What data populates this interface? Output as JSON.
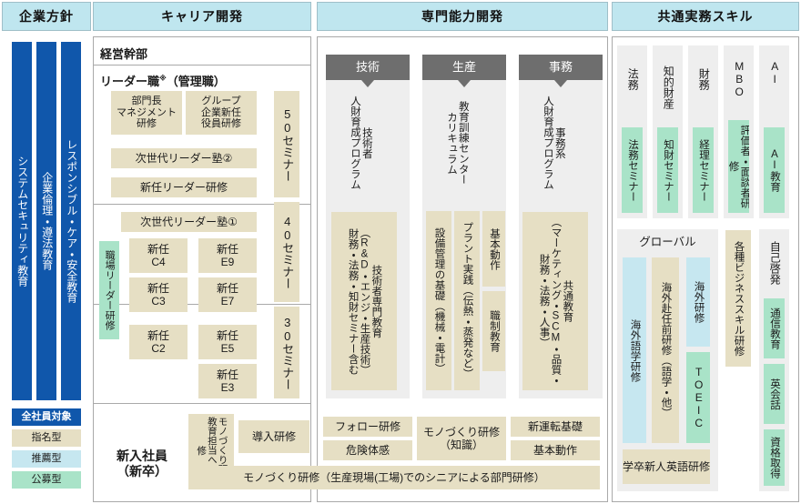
{
  "bands": [
    {
      "id": "policy",
      "label": "企業方針"
    },
    {
      "id": "career",
      "label": "キャリア開発"
    },
    {
      "id": "expertise",
      "label": "専門能力開発"
    },
    {
      "id": "common",
      "label": "共通実務スキル"
    }
  ],
  "colors": {
    "all_employees": "#1057ab",
    "nominated": "#e6dfc4",
    "recommended": "#c6e7f0",
    "open_call": "#a9e3c8",
    "band": "#bfe6ef",
    "gray_head": "#6e6e6e",
    "panel": "#eeeeee",
    "border": "#a9a9a9"
  },
  "policy": {
    "pillars": [
      {
        "label": "システムセキュリティ教育",
        "type": "all_employees"
      },
      {
        "label": "企業倫理・遵法教育",
        "type": "all_employees"
      },
      {
        "label": "レスポンシブル・ケア・安全教育",
        "type": "all_employees"
      }
    ],
    "legend": [
      {
        "label": "全社員対象",
        "type": "all_employees"
      },
      {
        "label": "指名型",
        "type": "nominated"
      },
      {
        "label": "推薦型",
        "type": "recommended"
      },
      {
        "label": "公募型",
        "type": "open_call"
      }
    ]
  },
  "career": {
    "row_exec": {
      "label": "経営幹部"
    },
    "row_leader": {
      "label": "リーダー職",
      "note": "※",
      "label_tail": "（管理職）"
    },
    "leader_boxes": [
      {
        "label": "部門長\nマネジメント\n研修",
        "type": "nominated"
      },
      {
        "label": "グループ\n企業新任\n役員研修",
        "type": "nominated"
      },
      {
        "label": "次世代リーダー塾②",
        "type": "nominated"
      },
      {
        "label": "新任リーダー研修",
        "type": "nominated"
      }
    ],
    "mid_boxes": [
      {
        "label": "次世代リーダー塾①",
        "type": "nominated"
      },
      {
        "label": "職場リーダー研修",
        "type": "open_call"
      },
      {
        "label": "新任\nC4",
        "type": "nominated"
      },
      {
        "label": "新任\nE9",
        "type": "nominated"
      },
      {
        "label": "新任\nC3",
        "type": "nominated"
      },
      {
        "label": "新任\nE7",
        "type": "nominated"
      },
      {
        "label": "新任\nC2",
        "type": "nominated"
      },
      {
        "label": "新任\nE5",
        "type": "nominated"
      },
      {
        "label": "新任\nE3",
        "type": "nominated"
      }
    ],
    "seminars": [
      {
        "label": "50セミナー",
        "type": "nominated"
      },
      {
        "label": "40セミナー",
        "type": "nominated"
      },
      {
        "label": "30セミナー",
        "type": "nominated"
      }
    ],
    "newcomer": {
      "label": "新入社員\n（新卒）",
      "boxes": [
        {
          "label": "モノづくり研修教育担当への研修",
          "type": "nominated",
          "vertical": true
        },
        {
          "label": "導入研修",
          "type": "nominated"
        },
        {
          "label": "フォロー研修",
          "type": "nominated"
        },
        {
          "label": "危険体感",
          "type": "nominated"
        },
        {
          "label": "モノづくり研修\n（知識）",
          "type": "nominated"
        },
        {
          "label": "新運転基礎",
          "type": "nominated"
        },
        {
          "label": "基本動作",
          "type": "nominated"
        },
        {
          "label": "モノづくり研修（生産現場(工場)でのシニアによる部門研修）",
          "type": "nominated"
        }
      ]
    }
  },
  "expertise": {
    "columns": [
      {
        "head": "技術",
        "program": "技術者\n人財育成プログラム",
        "boxes": [
          {
            "label": "技術者専門教育\n（R&D・エンジ・生産技術）\n財務・法務・知財セミナー含む",
            "type": "nominated"
          }
        ]
      },
      {
        "head": "生産",
        "program": "教育訓練センター\nカリキュラム",
        "boxes": [
          {
            "label": "設備管理の基礎（機械・電計）",
            "type": "nominated"
          },
          {
            "label": "プラント実践（伝熱・蒸発など）",
            "type": "nominated"
          },
          {
            "label": "基本動作",
            "type": "nominated"
          },
          {
            "label": "職制教育",
            "type": "nominated"
          }
        ]
      },
      {
        "head": "事務",
        "program": "事務系\n人財育成プログラム",
        "boxes": [
          {
            "label": "共通教育\n（マーケティング・SCM・品質・財務・法務・人事）",
            "type": "nominated"
          }
        ]
      }
    ]
  },
  "common": {
    "top_columns": [
      {
        "head": "法務",
        "box": {
          "label": "法務セミナー",
          "type": "open_call"
        }
      },
      {
        "head": "知的財産",
        "box": {
          "label": "知財セミナー",
          "type": "open_call"
        }
      },
      {
        "head": "財務",
        "box": {
          "label": "経理セミナー",
          "type": "open_call"
        }
      },
      {
        "head": "MBO",
        "box": {
          "label": "評価者・面談者研修",
          "type": "open_call"
        }
      },
      {
        "head": "AI",
        "box": {
          "label": "AI教育",
          "type": "open_call"
        }
      }
    ],
    "global": {
      "head": "グローバル",
      "boxes": [
        {
          "label": "海外語学研修",
          "type": "recommended"
        },
        {
          "label": "海外赴任前研修（語学・他）",
          "type": "nominated"
        },
        {
          "label": "海外研修",
          "type": "recommended"
        },
        {
          "label": "TOEIC",
          "type": "open_call"
        },
        {
          "label": "学卒新人英語研修",
          "type": "nominated"
        }
      ]
    },
    "business_skill": {
      "label": "各種ビジネススキル研修",
      "type": "nominated"
    },
    "self_dev": {
      "head": "自己啓発",
      "boxes": [
        {
          "label": "通信教育",
          "type": "open_call"
        },
        {
          "label": "英会話",
          "type": "open_call"
        },
        {
          "label": "資格取得",
          "type": "open_call"
        }
      ]
    }
  }
}
